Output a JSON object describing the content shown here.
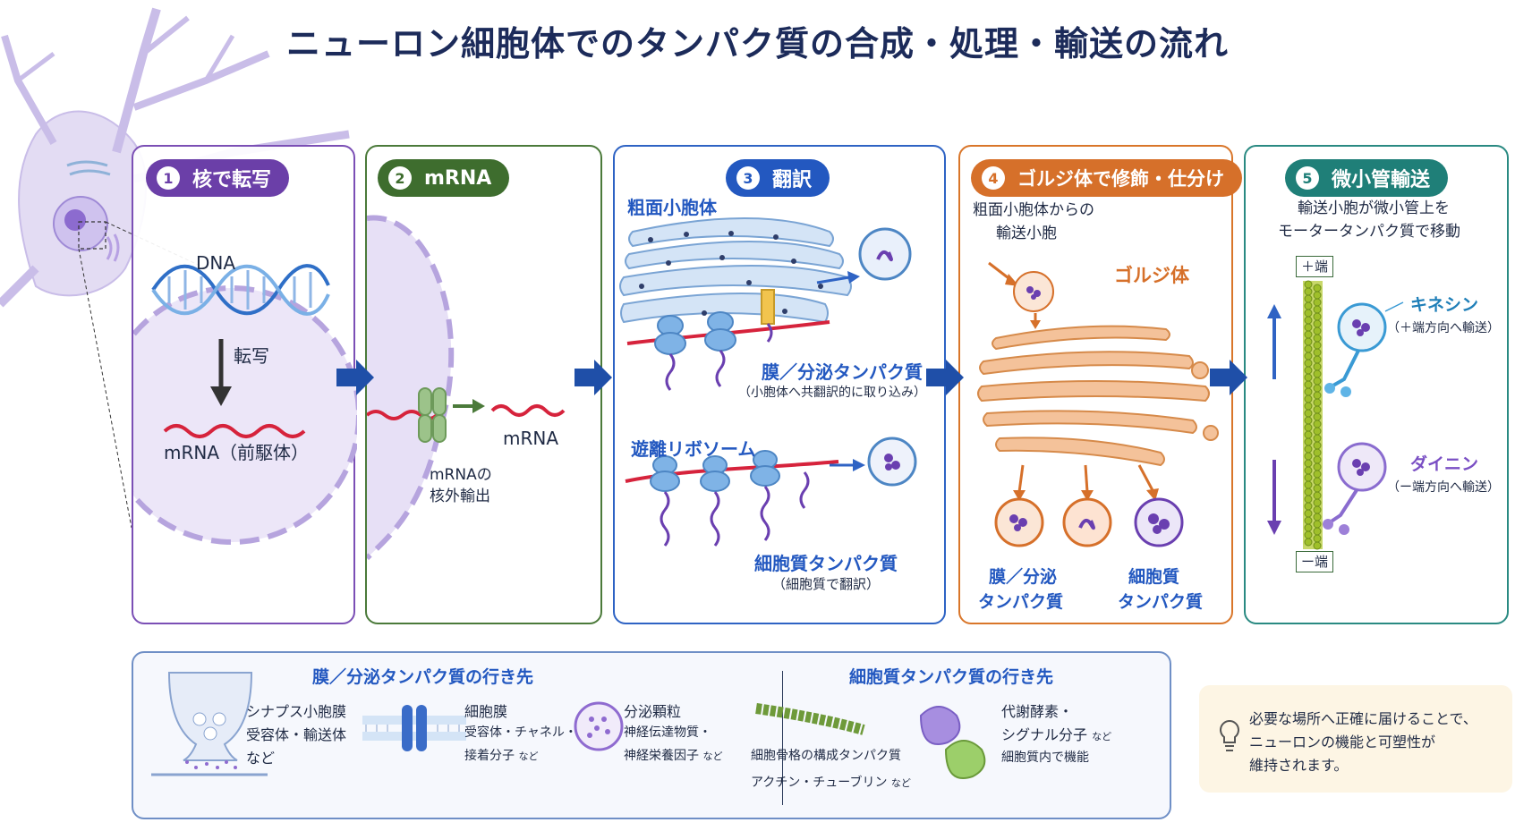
{
  "title": "ニューロン細胞体でのタンパク質の合成・処理・輸送の流れ",
  "steps": [
    {
      "num": "1",
      "label": "核で転写"
    },
    {
      "num": "2",
      "label": "mRNA"
    },
    {
      "num": "3",
      "label": "翻訳"
    },
    {
      "num": "4",
      "label": "ゴルジ体で修飾・仕分け"
    },
    {
      "num": "5",
      "label": "微小管輸送"
    }
  ],
  "step1": {
    "dna": "DNA",
    "transcription": "転写",
    "precursor": "mRNA（前駆体）"
  },
  "step2": {
    "export_line1": "mRNAの",
    "export_line2": "核外輸出",
    "mrna": "mRNA"
  },
  "step3": {
    "rer": "粗面小胞体",
    "membrane_protein": "膜／分泌タンパク質",
    "membrane_note": "（小胞体へ共翻訳的に取り込み）",
    "free_ribosome": "遊離リボソーム",
    "cyto_protein": "細胞質タンパク質",
    "cyto_note": "（細胞質で翻訳）"
  },
  "step4": {
    "vesicle_line1": "粗面小胞体からの",
    "vesicle_line2": "輸送小胞",
    "golgi": "ゴルジ体",
    "out1_line1": "膜／分泌",
    "out1_line2": "タンパク質",
    "out2_line1": "細胞質",
    "out2_line2": "タンパク質"
  },
  "step5": {
    "desc_line1": "輸送小胞が微小管上を",
    "desc_line2": "モータータンパク質で移動",
    "plus_end": "＋端",
    "minus_end": "ー端",
    "kinesin": "キネシン",
    "kinesin_note": "（＋端方向へ輸送）",
    "dynein": "ダイニン",
    "dynein_note": "（ー端方向へ輸送）"
  },
  "bottom": {
    "left_title": "膜／分泌タンパク質の行き先",
    "right_title": "細胞質タンパク質の行き先",
    "synapse_line1": "シナプス小胞膜",
    "synapse_line2": "受容体・輸送体",
    "synapse_line3": "など",
    "cellmem_line1": "細胞膜",
    "cellmem_line2": "受容体・チャネル・",
    "cellmem_line3": "接着分子",
    "cellmem_nado": "など",
    "granule_line1": "分泌顆粒",
    "granule_line2": "神経伝達物質・",
    "granule_line3": "神経栄養因子",
    "granule_nado": "など",
    "cytoskel_line1": "細胞骨格の構成タンパク質",
    "cytoskel_line2": "アクチン・チューブリン",
    "cytoskel_nado": "など",
    "enzyme_line1": "代謝酵素・",
    "enzyme_line2": "シグナル分子",
    "enzyme_nado": "など",
    "enzyme_line3": "細胞質内で機能"
  },
  "note": {
    "line1": "必要な場所へ正確に届けることで、",
    "line2": "ニューロンの機能と可塑性が",
    "line3": "維持されます。"
  },
  "colors": {
    "purple": "#6b3fa8",
    "green": "#3e6d2e",
    "blue": "#2358c0",
    "orange": "#d6702a",
    "teal": "#1f7f78",
    "arrow": "#1f4fa8"
  }
}
